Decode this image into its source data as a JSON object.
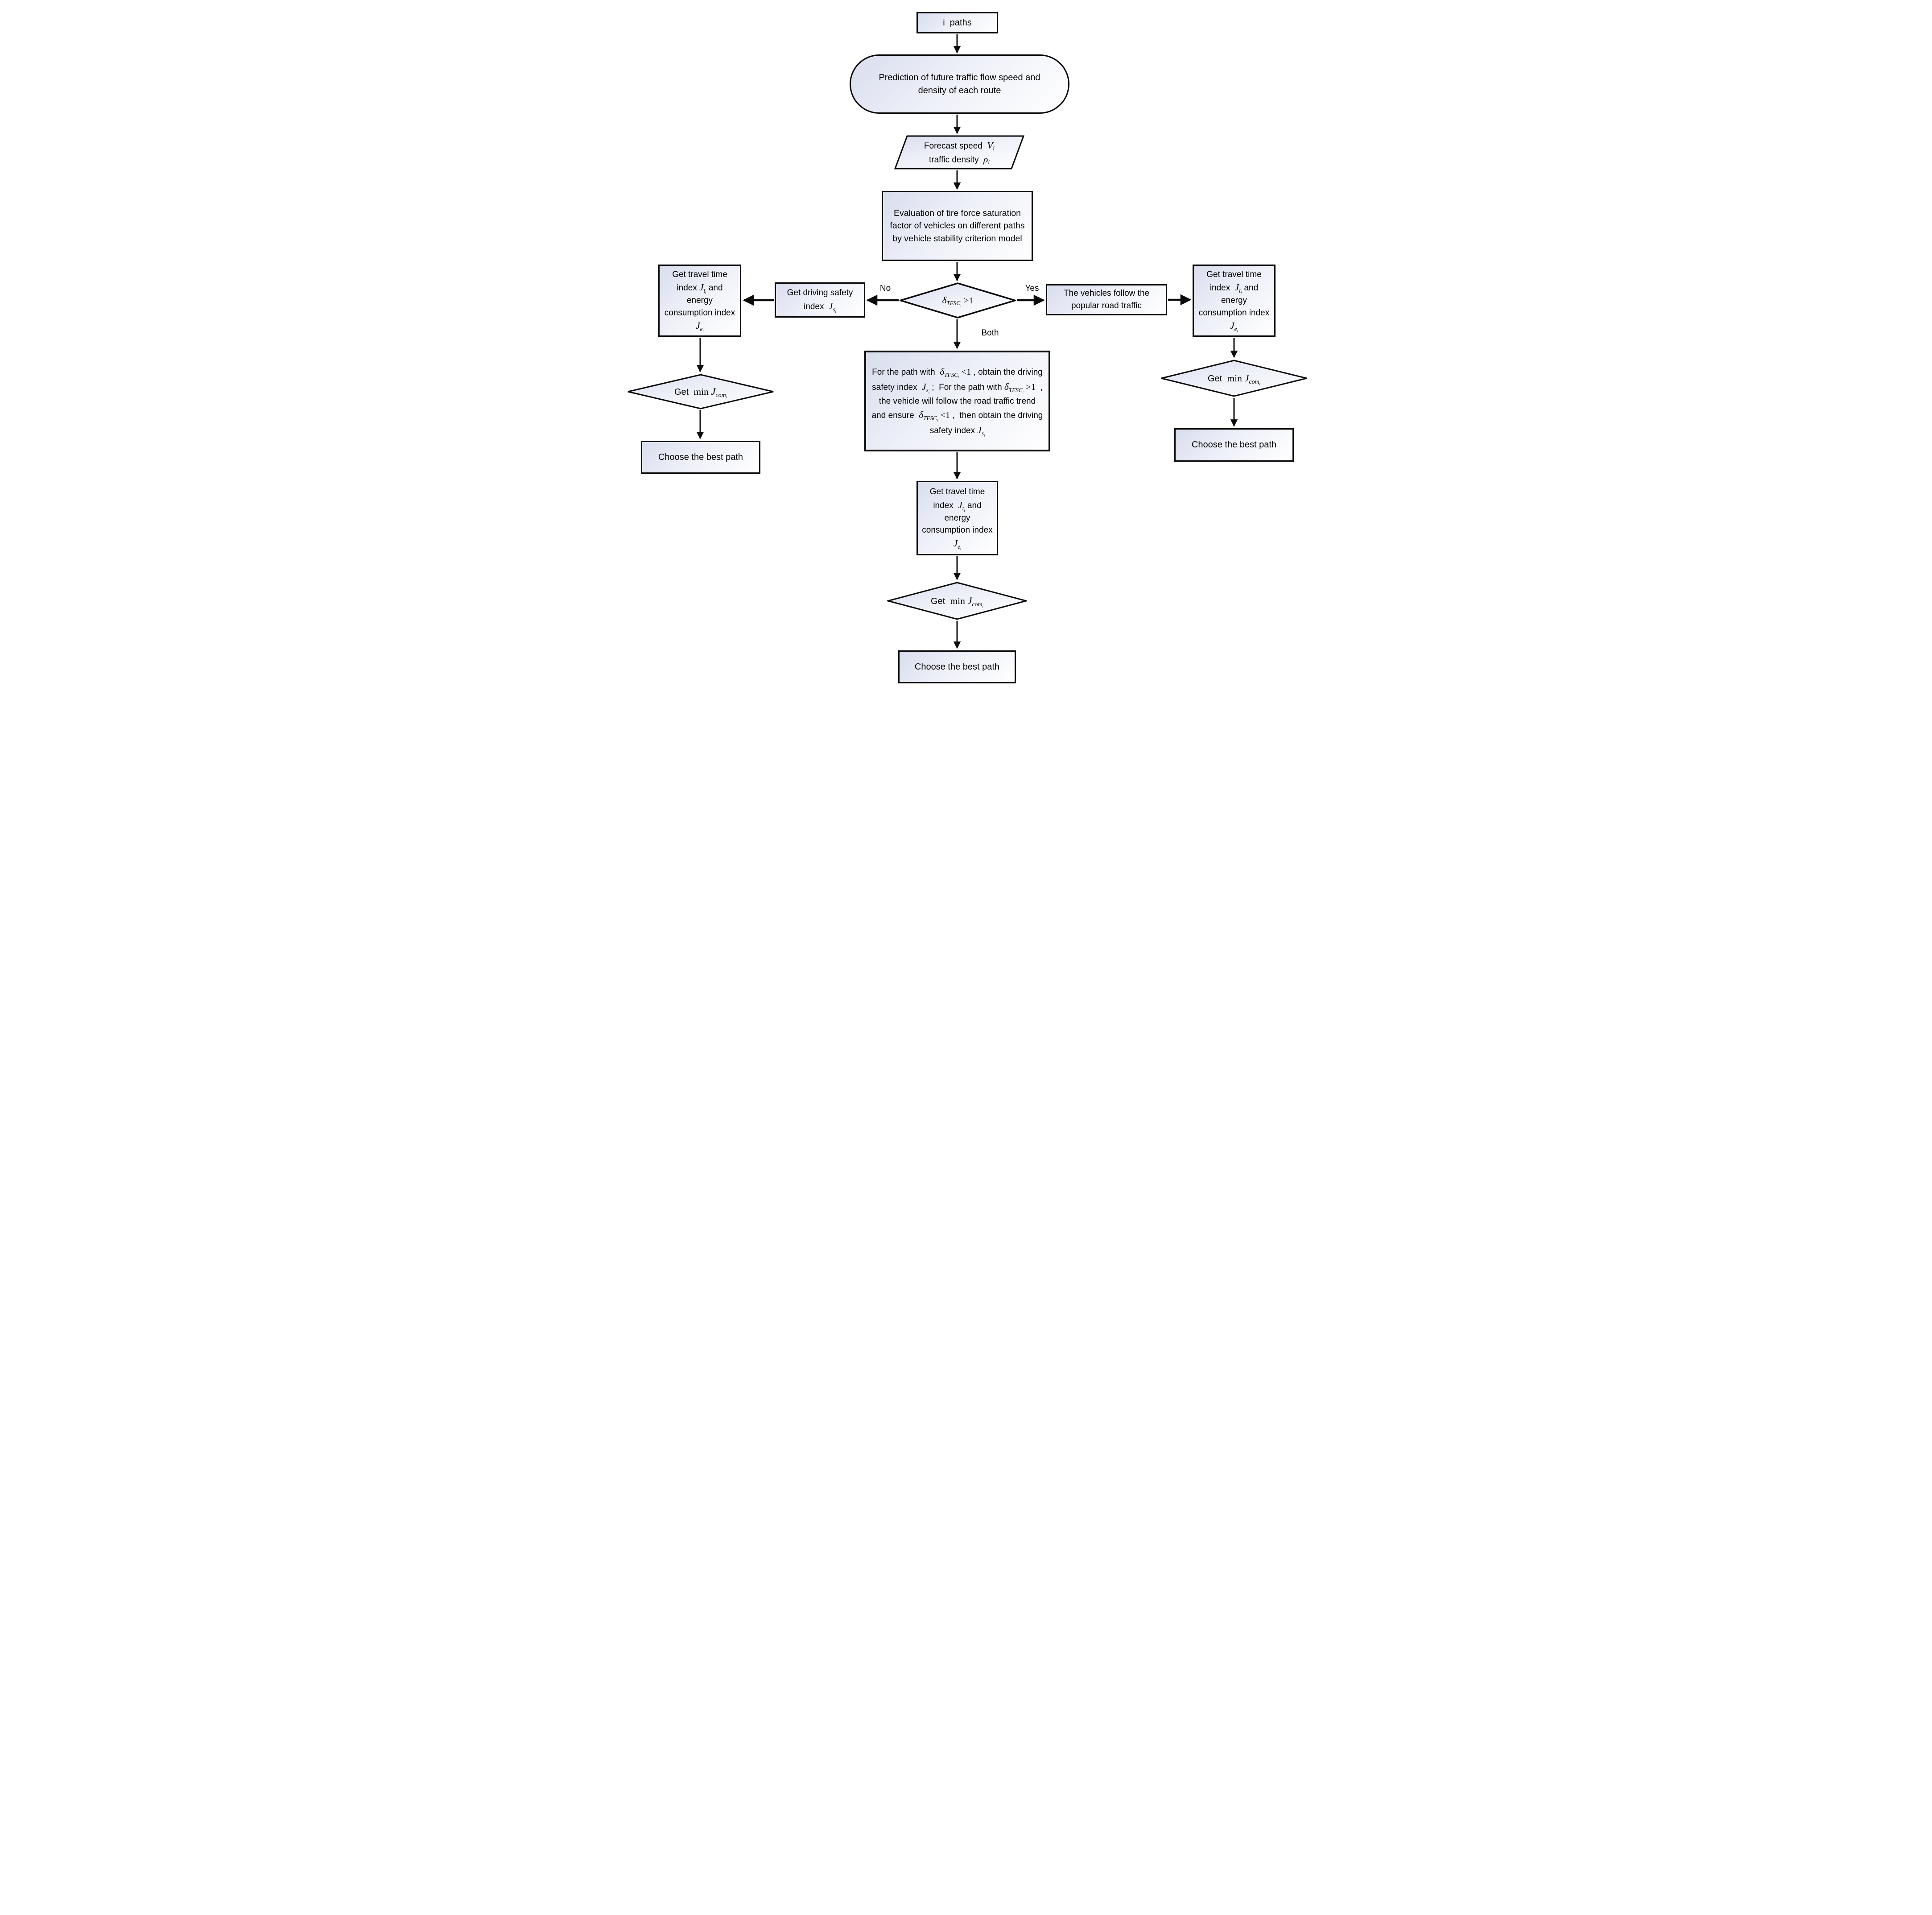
{
  "colors": {
    "border": "#0a0a0a",
    "fill_start": "#d9deee",
    "fill_end": "#ffffff",
    "line": "#0c0c0c"
  },
  "nodes": {
    "start": {
      "label": "i  paths"
    },
    "predict": {
      "label": "Prediction of future traffic flow speed and density of each route"
    },
    "forecast": {
      "line1": "Forecast speed  *V*_{*i*}",
      "line2": "traffic density  *ρ*_{*i*}"
    },
    "evaluate": {
      "label": "Evaluation of tire force saturation factor of vehicles on different paths by vehicle stability criterion model"
    },
    "decision": {
      "label": "*δ*_{*TFSC*_{*i*}} #>1#"
    },
    "branch_no": "No",
    "branch_yes": "Yes",
    "branch_both": "Both",
    "safety": {
      "label": "Get driving safety index  *J*_{*s*_{*i*}}"
    },
    "left_travel": {
      "label": "Get travel time index *J*_{*t*_{*i*}} and energy consumption index *J*_{*e*_{*i*}}"
    },
    "left_min": {
      "label": "Get  #min# *J*_{*com*_{*i*}}"
    },
    "left_choose": {
      "label": "Choose the best path"
    },
    "follow": {
      "label": "The vehicles follow the popular road traffic"
    },
    "right_travel": {
      "label": "Get travel time index  *J*_{*t*_{*i*}} and energy consumption index *J*_{*e*_{*i*}}"
    },
    "right_min": {
      "label": "Get  #min# *J*_{*com*_{*i*}}"
    },
    "right_choose": {
      "label": "Choose the best path"
    },
    "both_box": {
      "label": "For the path with  *δ*_{*TFSC*_{*i*}} #<1# , obtain the driving safety index  *J*_{*s*_{*i*}} ;  For the path with *δ*_{*TFSC*_{*i*}} #>1#  , the vehicle will follow the road traffic trend and ensure  *δ*_{*TFSC*_{*i*}} #<1# ,  then obtain the driving safety index *J*_{*s*_{*i*}}"
    },
    "mid_travel": {
      "label": "Get travel time index  *J*_{*t*_{*i*}} and energy consumption index *J*_{*e*_{*i*}}"
    },
    "mid_min": {
      "label": "Get  #min# *J*_{*com*_{*i*}}"
    },
    "final_choose": {
      "label": "Choose the best path"
    }
  }
}
